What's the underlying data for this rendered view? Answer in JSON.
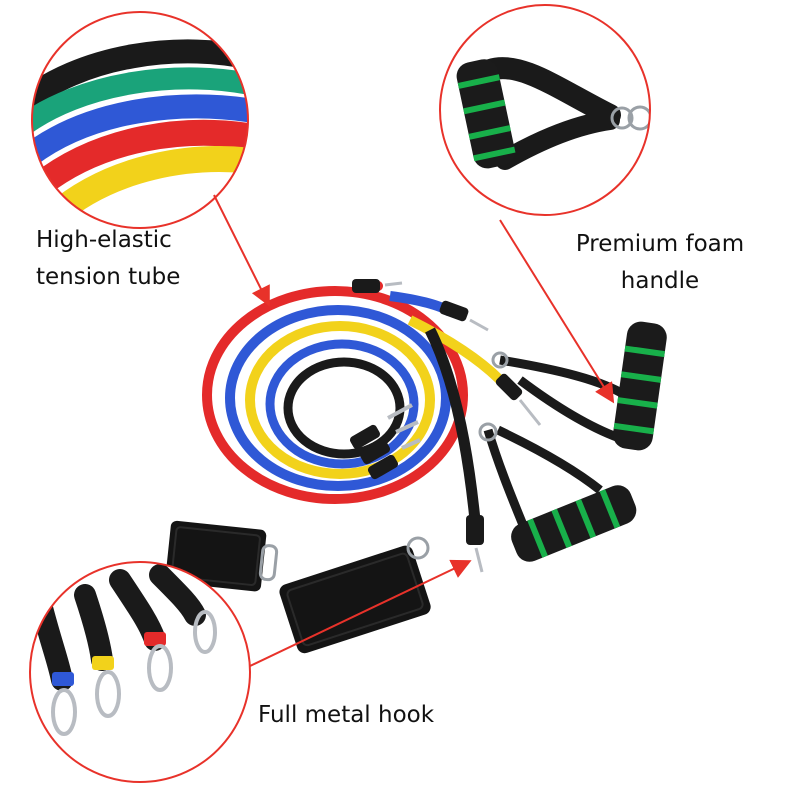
{
  "features": {
    "tube": {
      "line1": "High-elastic",
      "line2": "tension tube"
    },
    "handle": {
      "line1": "Premium foam",
      "line2": "handle"
    },
    "hook": {
      "line1": "Full metal hook"
    }
  },
  "colors": {
    "callout_circle": "#e8322a",
    "arrow": "#e8322a",
    "tube_black": "#1a1a1a",
    "tube_green": "#1aa37a",
    "tube_blue": "#2f58d6",
    "tube_red": "#e42a2a",
    "tube_yellow": "#f2d21b",
    "foam_green": "#18b04a",
    "metal": "#b8bcc2"
  }
}
